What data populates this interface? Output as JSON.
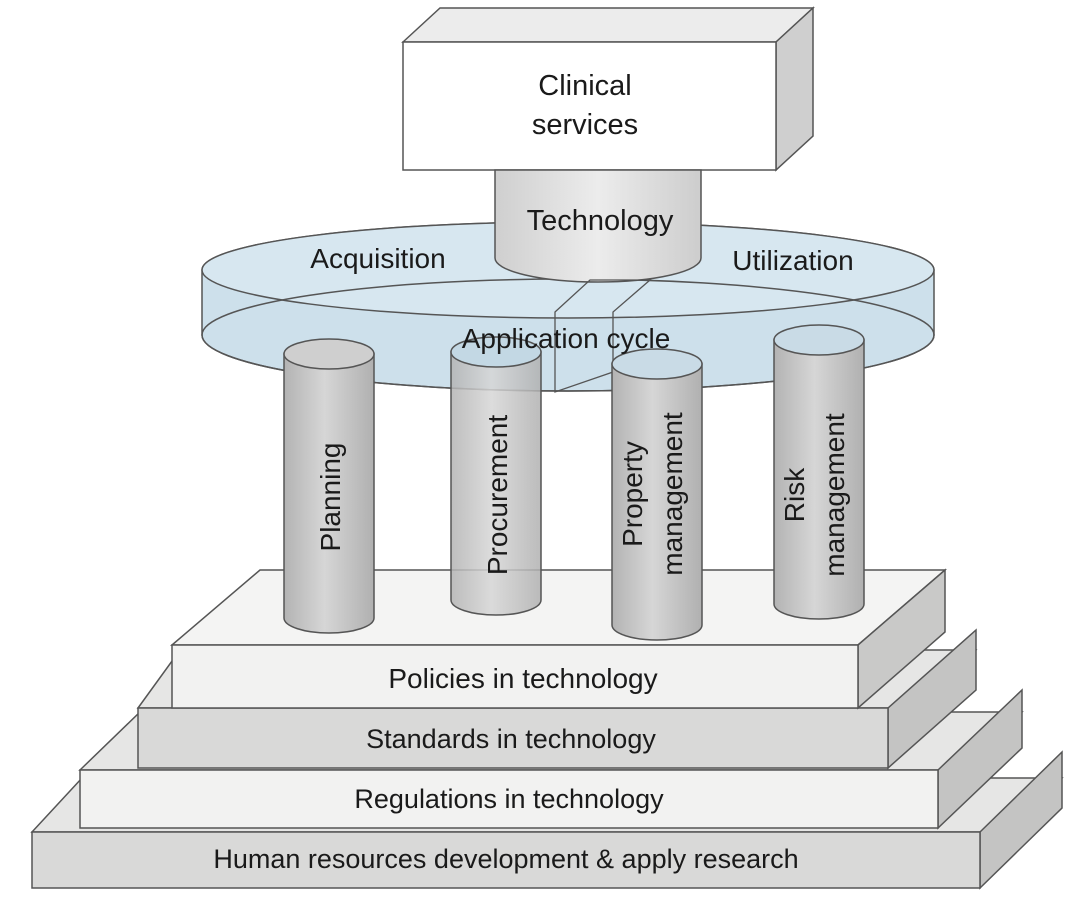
{
  "top_block": {
    "line1": "Clinical",
    "line2": "services"
  },
  "technology": {
    "label": "Technology"
  },
  "disk": {
    "left_label": "Acquisition",
    "right_label": "Utilization",
    "center_label": "Application cycle"
  },
  "pillars": [
    {
      "line1": "Planning"
    },
    {
      "line1": "Procurement"
    },
    {
      "line1": "Property",
      "line2": "management"
    },
    {
      "line1": "Risk",
      "line2": "management"
    }
  ],
  "steps": [
    {
      "label": "Policies in technology"
    },
    {
      "label": "Standards in technology"
    },
    {
      "label": "Regulations in technology"
    },
    {
      "label": "Human resources development & apply research"
    }
  ],
  "colors": {
    "step_light": "#f2f2f1",
    "step_dark": "#d9d9d8",
    "step_side": "#c4c4c3",
    "pillar": "#c7c7c7",
    "disk": "#cfe1eb",
    "outline": "#555555"
  }
}
